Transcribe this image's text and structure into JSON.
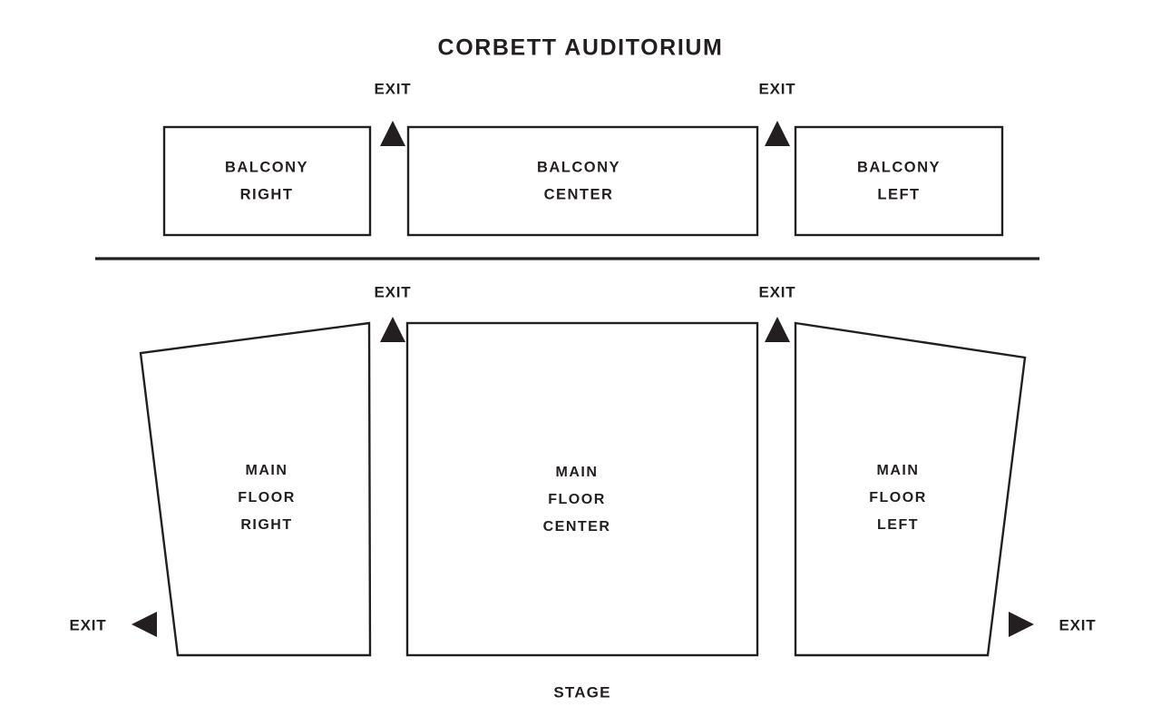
{
  "page": {
    "title": "CORBETT AUDITORIUM",
    "background_color": "#ffffff",
    "ink_color": "#231f20"
  },
  "chart_data": {
    "type": "diagram",
    "subtype": "venue-seating-chart",
    "title": "CORBETT AUDITORIUM",
    "venue": "CORBETT AUDITORIUM",
    "orientation_note": "STAGE at bottom; balcony tier above divider, main floor tier below",
    "levels": [
      {
        "name": "Balcony",
        "sections": [
          "BALCONY RIGHT",
          "BALCONY CENTER",
          "BALCONY LEFT"
        ]
      },
      {
        "name": "Main Floor",
        "sections": [
          "MAIN FLOOR RIGHT",
          "MAIN FLOOR CENTER",
          "MAIN FLOOR LEFT"
        ]
      }
    ],
    "exits": 6,
    "stage_label": "STAGE"
  },
  "balcony": {
    "right": {
      "line1": "BALCONY",
      "line2": "RIGHT"
    },
    "center": {
      "line1": "BALCONY",
      "line2": "CENTER"
    },
    "left": {
      "line1": "BALCONY",
      "line2": "LEFT"
    }
  },
  "main_floor": {
    "right": {
      "line1": "MAIN",
      "line2": "FLOOR",
      "line3": "RIGHT"
    },
    "center": {
      "line1": "MAIN",
      "line2": "FLOOR",
      "line3": "CENTER"
    },
    "left": {
      "line1": "MAIN",
      "line2": "FLOOR",
      "line3": "LEFT"
    }
  },
  "exits": {
    "balcony_right_center": "EXIT",
    "balcony_center_left": "EXIT",
    "main_right_center": "EXIT",
    "main_center_left": "EXIT",
    "main_far_right": "EXIT",
    "main_far_left": "EXIT"
  },
  "stage": {
    "label": "STAGE"
  },
  "icons": {
    "exit_up": "triangle-up-icon",
    "exit_left": "triangle-left-icon",
    "exit_right": "triangle-right-icon"
  }
}
